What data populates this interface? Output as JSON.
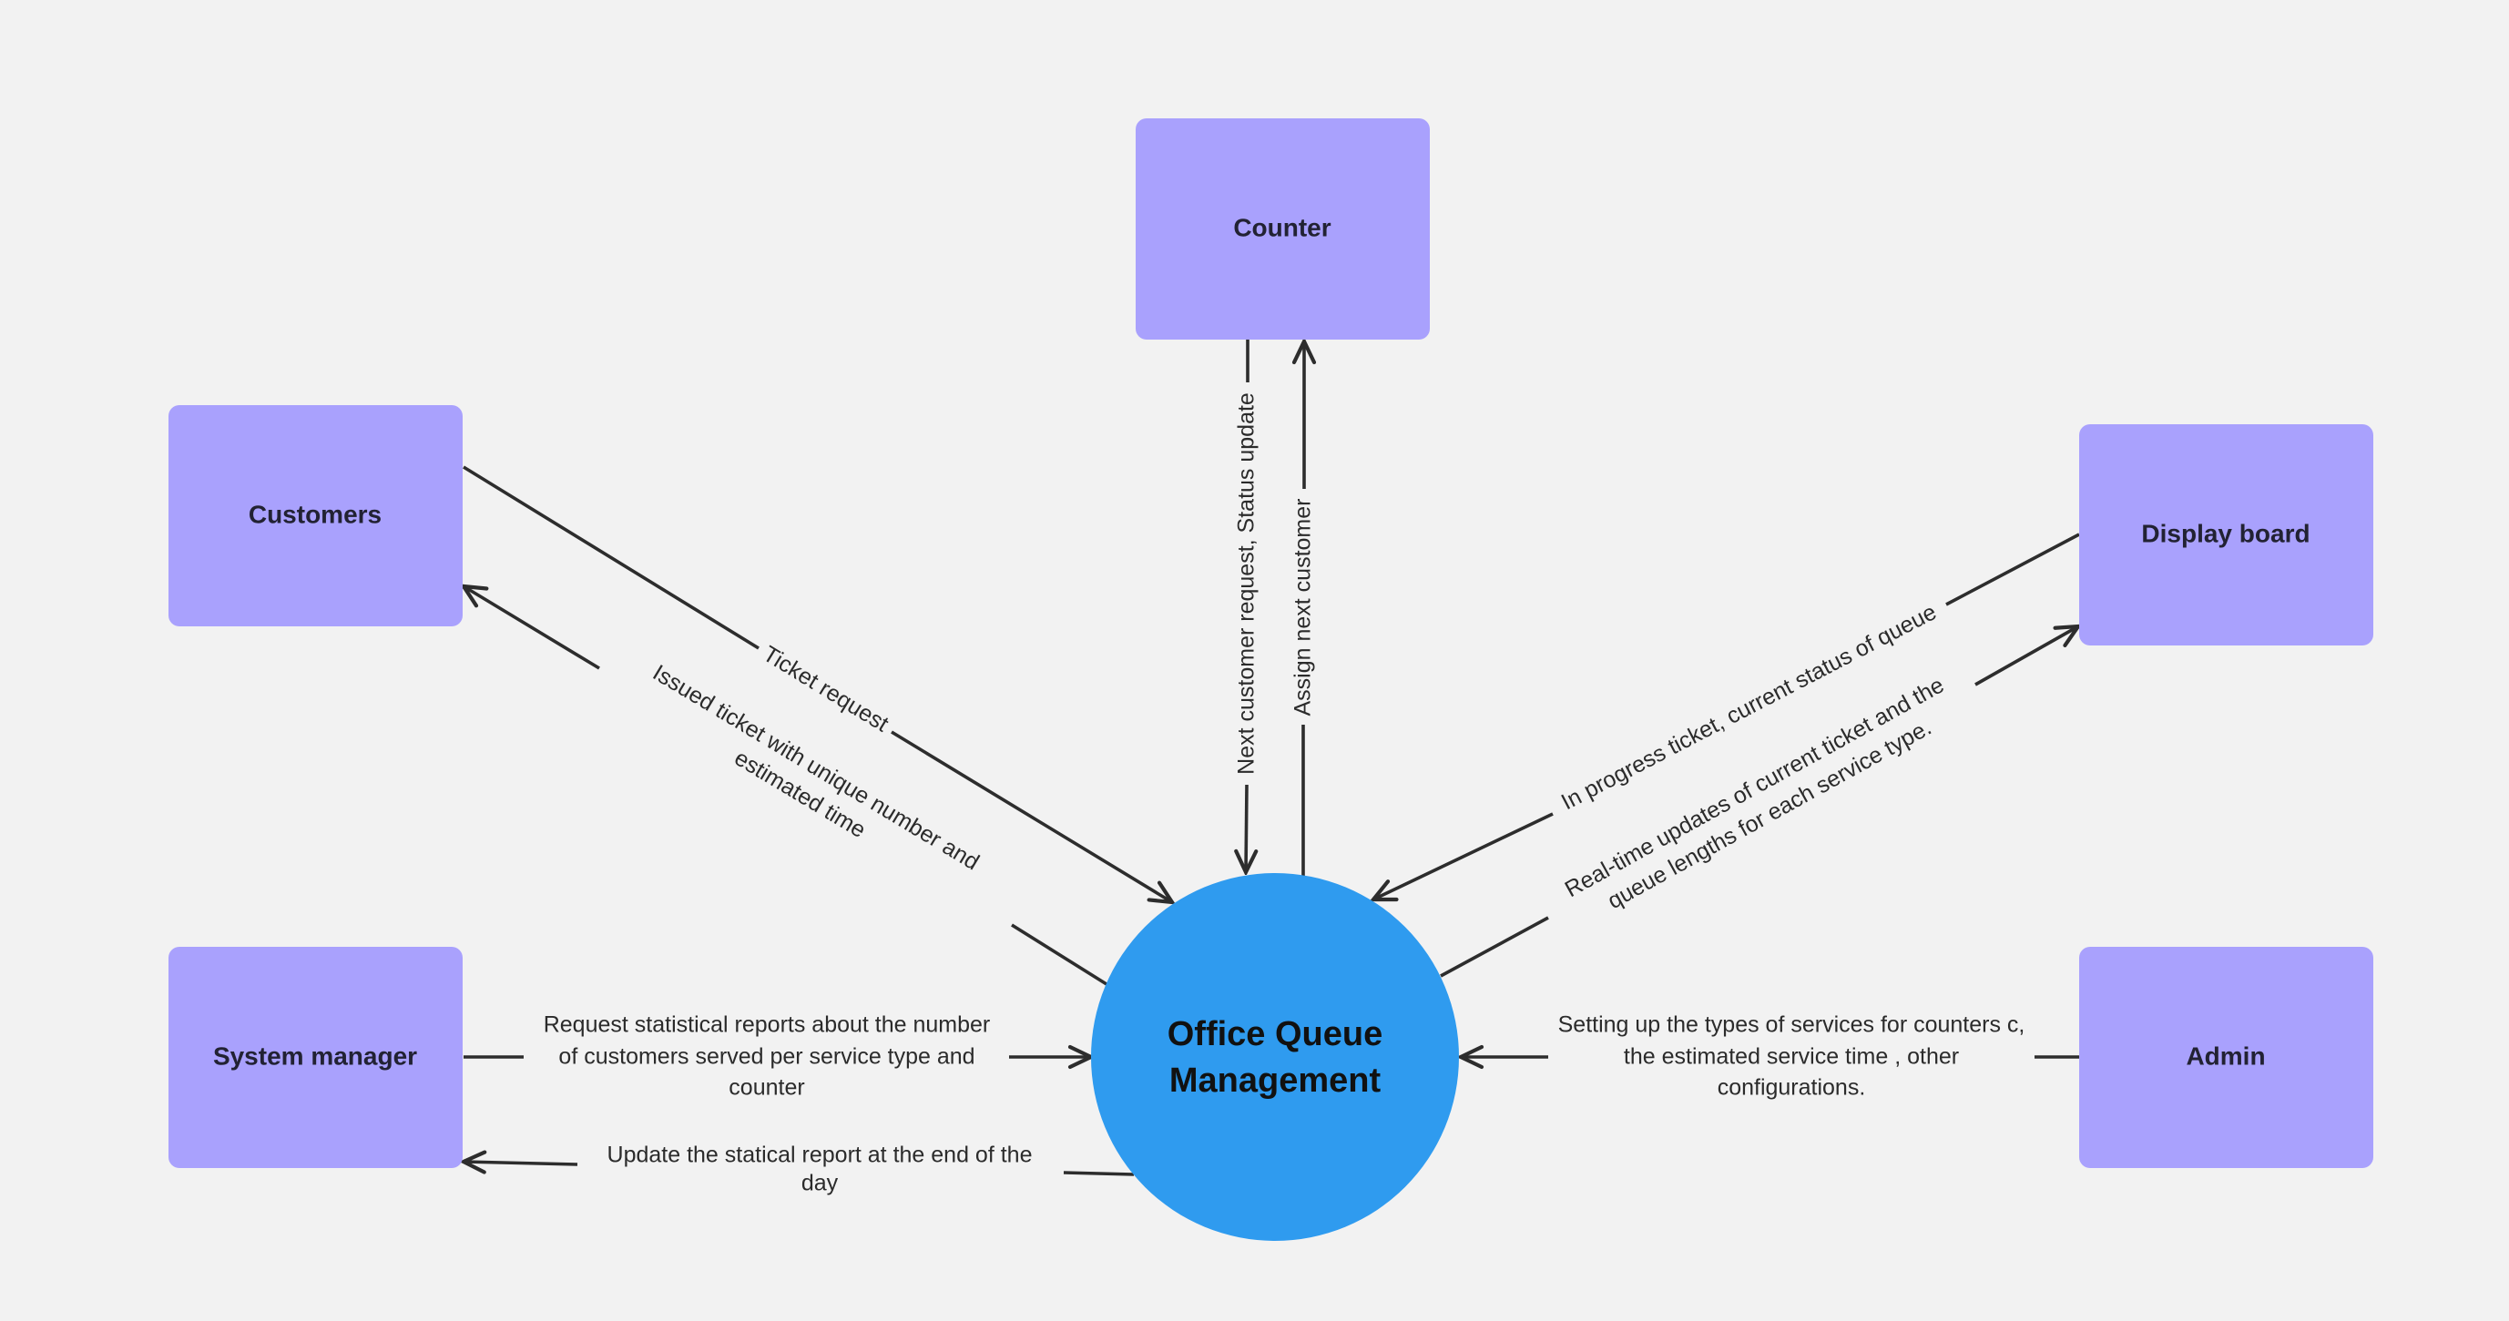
{
  "diagram": {
    "center": {
      "label_line1": "Office Queue",
      "label_line2": "Management",
      "color": "#2f9bef"
    },
    "entities": {
      "counter": "Counter",
      "customers": "Customers",
      "display_board": "Display board",
      "system_manager": "System manager",
      "admin": "Admin",
      "color": "#a9a1fd"
    },
    "flows": {
      "next_customer_request": "Next customer request, Status update",
      "assign_next_customer": "Assign next customer",
      "ticket_request": "Ticket request",
      "issued_ticket_line1": "Issued ticket with unique number and",
      "issued_ticket_line2": "estimated time",
      "in_progress_ticket": "In progress ticket, current status of queue",
      "realtime_updates_line1": "Real-time updates of current ticket and the",
      "realtime_updates_line2": "queue lengths for each service type.",
      "request_reports_line1": "Request statistical reports about the number",
      "request_reports_line2": "of customers served per service type and",
      "request_reports_line3": "counter",
      "update_report_line1": "Update the statical report at the end of the",
      "update_report_line2": "day",
      "setup_services_line1": "Setting up the types of services for counters c,",
      "setup_services_line2": "the estimated service time , other",
      "setup_services_line3": "configurations."
    }
  }
}
